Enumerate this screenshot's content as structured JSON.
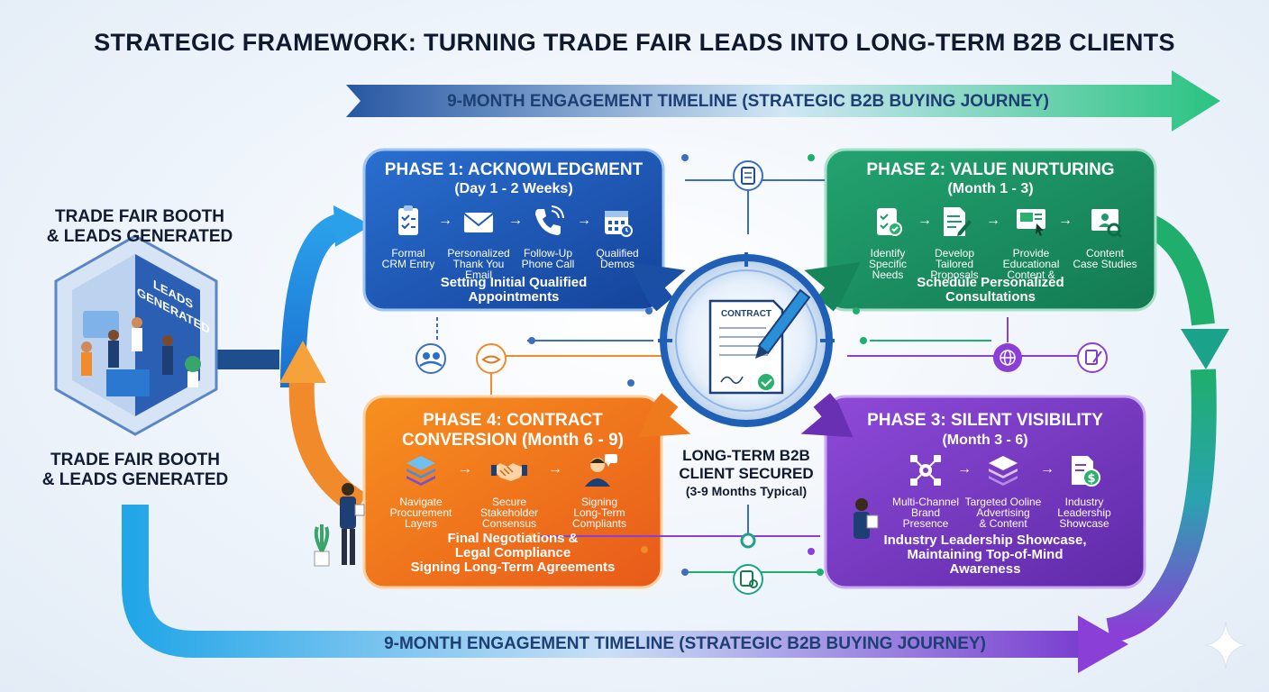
{
  "title": "STRATEGIC FRAMEWORK: TURNING TRADE FAIR LEADS INTO LONG-TERM B2B CLIENTS",
  "timeline_top": "9-MONTH ENGAGEMENT TIMELINE (STRATEGIC B2B BUYING JOURNEY)",
  "timeline_bottom": "9-MONTH ENGAGEMENT TIMELINE (STRATEGIC B2B BUYING JOURNEY)",
  "booth": {
    "label_top": "TRADE FAIR BOOTH\n& LEADS GENERATED",
    "label_bottom": "TRADE FAIR BOOTH\n& LEADS GENERATED",
    "sign": "LEADS\nGENERATED"
  },
  "center": {
    "document": "CONTRACT",
    "label": "LONG-TERM B2B\nCLIENT SECURED",
    "sub": "(3-9 Months Typical)"
  },
  "phase1": {
    "title": "PHASE 1: ACKNOWLEDGMENT",
    "sub": "(Day 1 - 2 Weeks)",
    "steps": [
      "Formal\nCRM Entry",
      "Personalized\nThank You\nEmail",
      "Follow-Up\nPhone Call",
      "Qualified\nDemos"
    ],
    "summary": "Setting Initial Qualified\nAppointments"
  },
  "phase2": {
    "title": "PHASE 2: VALUE NURTURING",
    "sub": "(Month 1 - 3)",
    "steps": [
      "Identify\nSpecific\nNeeds",
      "Develop\nTailored\nProposals",
      "Provide\nEducational\nContent &",
      "Content\nCase Studies"
    ],
    "summary": "Schedule Personalized\nConsultations"
  },
  "phase3": {
    "title": "PHASE 3: SILENT VISIBILITY",
    "sub": "(Month 3 - 6)",
    "steps": [
      "Multi-Channel\nBrand\nPresence",
      "Targeted Ooline\nAdvertising\n& Content",
      "Industry\nLeadership\nShowcase"
    ],
    "summary": "Industry Leadership Showcase,\nMaintaining Top-of-Mind\nAwareness"
  },
  "phase4": {
    "title": "PHASE 4: CONTRACT\nCONVERSION (Month 6 - 9)",
    "steps": [
      "Navigate\nProcurement\nLayers",
      "Secure\nStakeholder\nConsensus",
      "Signing\nLong-Term\nCompliants"
    ],
    "summary": "Final Negotiations &\nLegal Compliance\nSigning Long-Term Agreements"
  },
  "colors": {
    "phase1": "#1e5bb8",
    "phase2": "#1f9a6a",
    "phase3": "#7b3fc8",
    "phase4": "#f0741c"
  },
  "icons": [
    "clipboard-icon",
    "envelope-icon",
    "phone-icon",
    "calendar-icon",
    "checklist-icon",
    "proposal-icon",
    "presentation-icon",
    "case-study-icon",
    "network-icon",
    "layers-icon",
    "dollar-document-icon",
    "handshake-icon",
    "person-icon",
    "contract-icon",
    "pen-icon",
    "globe-icon"
  ]
}
